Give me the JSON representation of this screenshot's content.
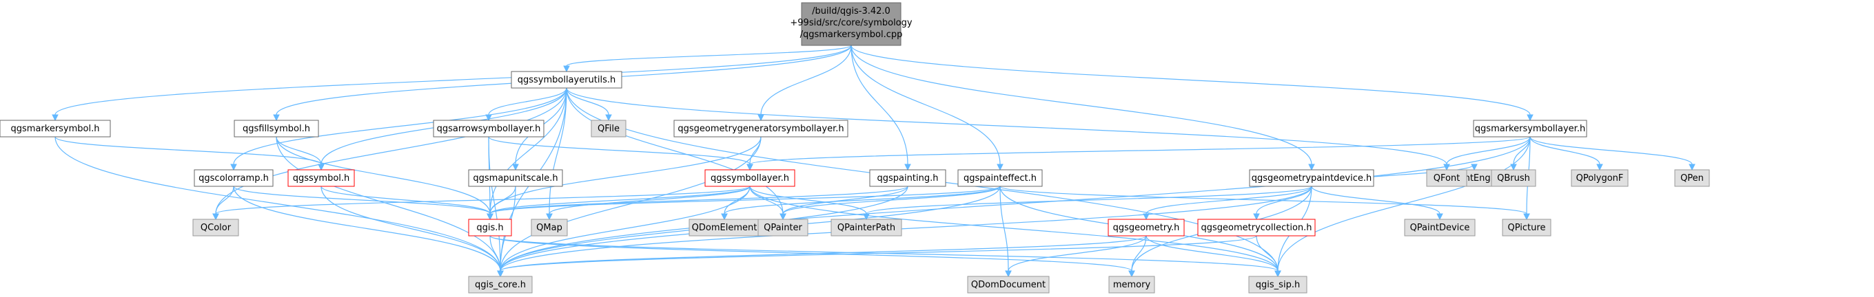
{
  "diagram": {
    "root": [
      "/build/qgis-3.42.0",
      "+99sid/src/core/symbology",
      "/qgsmarkersymbol.cpp"
    ],
    "colors": {
      "edge": "#63b8ff",
      "root_fill": "#999999",
      "root_border": "#666666",
      "normal_fill": "#ffffff",
      "normal_border": "#666666",
      "highlight_fill": "#ffffff",
      "highlight_border": "#ff0000",
      "external_fill": "#e0e0e0",
      "external_border": "#999999"
    },
    "nodes": [
      {
        "id": "root",
        "label": "",
        "kind": "root"
      },
      {
        "id": "qgsmarkersymbol_h",
        "label": "qgsmarkersymbol.h",
        "kind": "normal"
      },
      {
        "id": "qgssymbollayerutils_h",
        "label": "qgssymbollayerutils.h",
        "kind": "normal"
      },
      {
        "id": "qgsfillsymbol_h",
        "label": "qgsfillsymbol.h",
        "kind": "normal"
      },
      {
        "id": "qgsarrowsymbollayer_h",
        "label": "qgsarrowsymbollayer.h",
        "kind": "normal"
      },
      {
        "id": "qgsgeometrygeneratorsymbollayer_h",
        "label": "qgsgeometrygeneratorsymbollayer.h",
        "kind": "normal"
      },
      {
        "id": "qgsmarkersymbollayer_h",
        "label": "qgsmarkersymbollayer.h",
        "kind": "normal"
      },
      {
        "id": "qgscolorramp_h",
        "label": "qgscolorramp.h",
        "kind": "normal"
      },
      {
        "id": "qgssymbol_h",
        "label": "qgssymbol.h",
        "kind": "highlight"
      },
      {
        "id": "qgsmapunitscale_h",
        "label": "qgsmapunitscale.h",
        "kind": "normal"
      },
      {
        "id": "qgssymbollayer_h",
        "label": "qgssymbollayer.h",
        "kind": "highlight"
      },
      {
        "id": "qgspainting_h",
        "label": "qgspainting.h",
        "kind": "normal"
      },
      {
        "id": "qgspainteffect_h",
        "label": "qgspainteffect.h",
        "kind": "normal"
      },
      {
        "id": "qgsgeometrypaintdevice_h",
        "label": "qgsgeometrypaintdevice.h",
        "kind": "normal"
      },
      {
        "id": "qgsgeometry_h",
        "label": "qgsgeometry.h",
        "kind": "highlight"
      },
      {
        "id": "qgsgeometrycollection_h",
        "label": "qgsgeometrycollection.h",
        "kind": "highlight"
      },
      {
        "id": "qgis_h",
        "label": "qgis.h",
        "kind": "highlight"
      },
      {
        "id": "qgis_core_h",
        "label": "qgis_core.h",
        "kind": "external"
      },
      {
        "id": "qgis_sip_h",
        "label": "qgis_sip.h",
        "kind": "external"
      },
      {
        "id": "memory",
        "label": "memory",
        "kind": "external"
      },
      {
        "id": "QDomDocument",
        "label": "QDomDocument",
        "kind": "external"
      },
      {
        "id": "QColor",
        "label": "QColor",
        "kind": "external"
      },
      {
        "id": "QMap",
        "label": "QMap",
        "kind": "external"
      },
      {
        "id": "QFile",
        "label": "QFile",
        "kind": "external"
      },
      {
        "id": "QDomElement",
        "label": "QDomElement",
        "kind": "external"
      },
      {
        "id": "QPainter",
        "label": "QPainter",
        "kind": "external"
      },
      {
        "id": "QPainterPath",
        "label": "QPainterPath",
        "kind": "external"
      },
      {
        "id": "QPaintDevice",
        "label": "QPaintDevice",
        "kind": "external"
      },
      {
        "id": "QPaintEngine",
        "label": "QPaintEngine",
        "kind": "external"
      },
      {
        "id": "QPicture",
        "label": "QPicture",
        "kind": "external"
      },
      {
        "id": "QFont",
        "label": "QFont",
        "kind": "external"
      },
      {
        "id": "QBrush",
        "label": "QBrush",
        "kind": "external"
      },
      {
        "id": "QPolygonF",
        "label": "QPolygonF",
        "kind": "external"
      },
      {
        "id": "QPen",
        "label": "QPen",
        "kind": "external"
      }
    ],
    "edges": [
      [
        "root",
        "qgsmarkersymbol_h"
      ],
      [
        "root",
        "qgssymbollayerutils_h"
      ],
      [
        "root",
        "qgsfillsymbol_h"
      ],
      [
        "root",
        "qgsgeometrygeneratorsymbollayer_h"
      ],
      [
        "root",
        "qgsmarkersymbollayer_h"
      ],
      [
        "root",
        "qgspainting_h"
      ],
      [
        "root",
        "qgspainteffect_h"
      ],
      [
        "root",
        "qgsgeometrypaintdevice_h"
      ],
      [
        "qgsmarkersymbol_h",
        "qgssymbol_h"
      ],
      [
        "qgsmarkersymbol_h",
        "qgis_core_h"
      ],
      [
        "qgssymbollayerutils_h",
        "qgis_core_h"
      ],
      [
        "qgssymbollayerutils_h",
        "qgis_h"
      ],
      [
        "qgssymbollayerutils_h",
        "qgssymbol_h"
      ],
      [
        "qgssymbollayerutils_h",
        "qgscolorramp_h"
      ],
      [
        "qgssymbollayerutils_h",
        "qgsarrowsymbollayer_h"
      ],
      [
        "qgssymbollayerutils_h",
        "qgsmapunitscale_h"
      ],
      [
        "qgssymbollayerutils_h",
        "QFile"
      ],
      [
        "qgssymbollayerutils_h",
        "QColor"
      ],
      [
        "qgssymbollayerutils_h",
        "QMap"
      ],
      [
        "qgssymbollayerutils_h",
        "QPainter"
      ],
      [
        "qgssymbollayerutils_h",
        "QFont"
      ],
      [
        "qgssymbollayerutils_h",
        "qgis_sip_h"
      ],
      [
        "qgsfillsymbol_h",
        "qgssymbol_h"
      ],
      [
        "qgsfillsymbol_h",
        "qgis_h"
      ],
      [
        "qgsfillsymbol_h",
        "qgis_core_h"
      ],
      [
        "qgsarrowsymbollayer_h",
        "qgssymbollayer_h"
      ],
      [
        "qgsarrowsymbollayer_h",
        "qgis_core_h"
      ],
      [
        "qgsarrowsymbollayer_h",
        "qgis_h"
      ],
      [
        "qgsgeometrygeneratorsymbollayer_h",
        "qgssymbollayer_h"
      ],
      [
        "qgsgeometrygeneratorsymbollayer_h",
        "qgis_core_h"
      ],
      [
        "qgsgeometrygeneratorsymbollayer_h",
        "qgis_h"
      ],
      [
        "qgsmarkersymbollayer_h",
        "qgssymbollayer_h"
      ],
      [
        "qgsmarkersymbollayer_h",
        "QFont"
      ],
      [
        "qgsmarkersymbollayer_h",
        "QBrush"
      ],
      [
        "qgsmarkersymbollayer_h",
        "QPolygonF"
      ],
      [
        "qgsmarkersymbollayer_h",
        "QPen"
      ],
      [
        "qgsmarkersymbollayer_h",
        "QPicture"
      ],
      [
        "qgsmarkersymbollayer_h",
        "qgis_sip_h"
      ],
      [
        "qgsmarkersymbollayer_h",
        "qgis_core_h"
      ],
      [
        "qgscolorramp_h",
        "qgis_h"
      ],
      [
        "qgscolorramp_h",
        "QColor"
      ],
      [
        "qgscolorramp_h",
        "qgis_core_h"
      ],
      [
        "qgssymbol_h",
        "qgis_h"
      ],
      [
        "qgssymbol_h",
        "qgis_core_h"
      ],
      [
        "qgsmapunitscale_h",
        "qgis_h"
      ],
      [
        "qgsmapunitscale_h",
        "qgis_core_h"
      ],
      [
        "qgssymbollayer_h",
        "qgis_h"
      ],
      [
        "qgssymbollayer_h",
        "QColor"
      ],
      [
        "qgssymbollayer_h",
        "QMap"
      ],
      [
        "qgssymbollayer_h",
        "QDomElement"
      ],
      [
        "qgssymbollayer_h",
        "QPainter"
      ],
      [
        "qgssymbollayer_h",
        "QPainterPath"
      ],
      [
        "qgssymbollayer_h",
        "qgis_core_h"
      ],
      [
        "qgssymbollayer_h",
        "qgis_sip_h"
      ],
      [
        "qgspainting_h",
        "QPainter"
      ],
      [
        "qgspainting_h",
        "qgis_h"
      ],
      [
        "qgspainting_h",
        "qgis_core_h"
      ],
      [
        "qgspainteffect_h",
        "qgis_core_h"
      ],
      [
        "qgspainteffect_h",
        "QDomDocument"
      ],
      [
        "qgspainteffect_h",
        "QDomElement"
      ],
      [
        "qgspainteffect_h",
        "QPainter"
      ],
      [
        "qgspainteffect_h",
        "QPicture"
      ],
      [
        "qgspainteffect_h",
        "qgis_sip_h"
      ],
      [
        "qgspainteffect_h",
        "qgis_h"
      ],
      [
        "qgsgeometrypaintdevice_h",
        "qgsgeometry_h"
      ],
      [
        "qgsgeometrypaintdevice_h",
        "qgsgeometrycollection_h"
      ],
      [
        "qgsgeometrypaintdevice_h",
        "QPaintDevice"
      ],
      [
        "qgsgeometrypaintdevice_h",
        "QPaintEngine"
      ],
      [
        "qgsgeometrypaintdevice_h",
        "QPainterPath"
      ],
      [
        "qgsgeometrypaintdevice_h",
        "memory"
      ],
      [
        "qgsgeometrypaintdevice_h",
        "qgis_core_h"
      ],
      [
        "qgsgeometrypaintdevice_h",
        "qgis_sip_h"
      ],
      [
        "qgsgeometry_h",
        "qgis_core_h"
      ],
      [
        "qgsgeometry_h",
        "memory"
      ],
      [
        "qgsgeometry_h",
        "QDomDocument"
      ],
      [
        "qgsgeometry_h",
        "qgis_sip_h"
      ],
      [
        "qgsgeometrycollection_h",
        "qgis_sip_h"
      ],
      [
        "qgsgeometrycollection_h",
        "qgis_core_h"
      ],
      [
        "qgis_h",
        "qgis_core_h"
      ],
      [
        "qgis_h",
        "qgis_sip_h"
      ],
      [
        "qgis_h",
        "memory"
      ]
    ]
  }
}
